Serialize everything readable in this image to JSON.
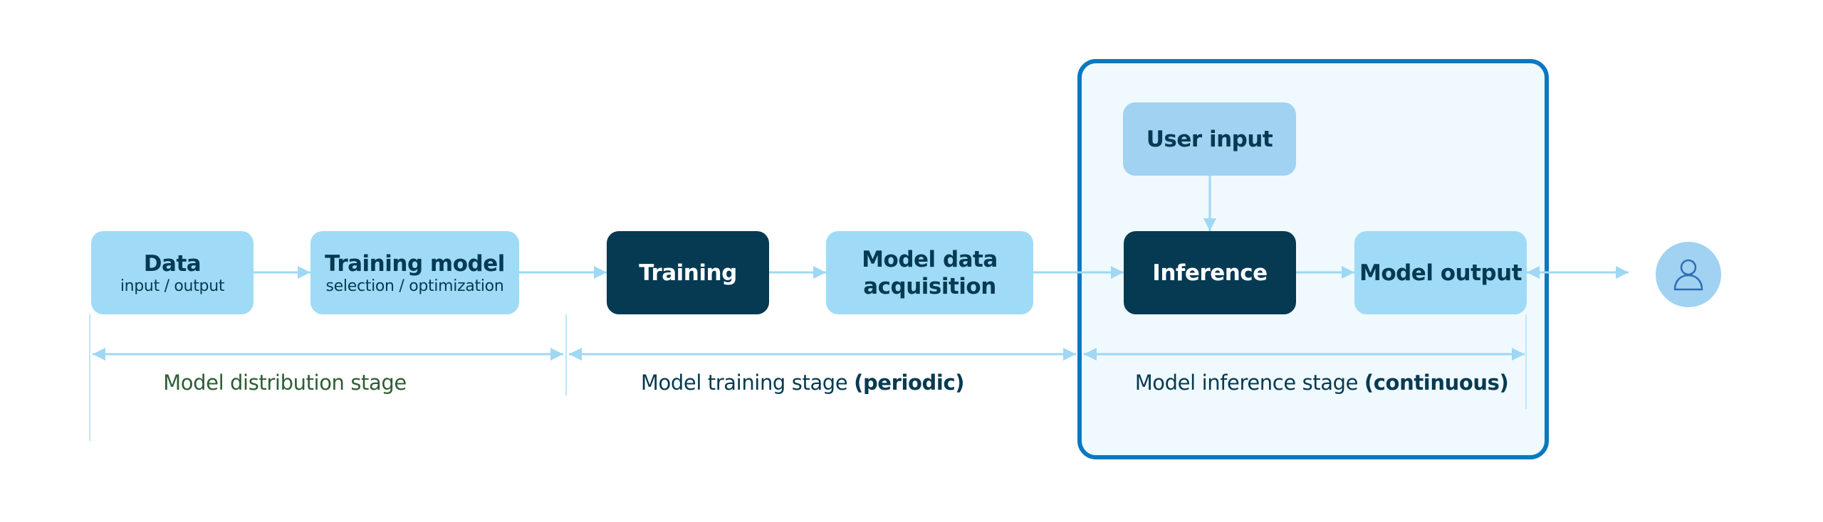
{
  "colors": {
    "frame_border": "#0a78c0",
    "frame_fill": "#f0f9fd",
    "box_light": "#9fdbf6",
    "box_user_input": "#a1d2f2",
    "box_dark": "#053a52",
    "connector": "#9ed8f5",
    "distribution_label": "#2d5e35",
    "text_dark": "#053a52",
    "avatar_icon": "#2f6db5"
  },
  "nodes": {
    "data": {
      "title": "Data",
      "subtitle": "input / output"
    },
    "training_model": {
      "title": "Training model",
      "subtitle": "selection / optimization"
    },
    "training": {
      "title": "Training"
    },
    "model_data_acquisition": {
      "title_line1": "Model data",
      "title_line2": "acquisition"
    },
    "user_input": {
      "title": "User input"
    },
    "inference": {
      "title": "Inference"
    },
    "model_output": {
      "title": "Model output"
    },
    "user": {
      "icon": "user-icon"
    }
  },
  "stages": {
    "distribution": {
      "label": "Model distribution stage"
    },
    "training": {
      "label": "Model training stage",
      "qualifier": "(periodic)"
    },
    "inference": {
      "label": "Model inference stage",
      "qualifier": "(continuous)"
    }
  },
  "edges": [
    {
      "from": "data",
      "to": "training_model"
    },
    {
      "from": "training_model",
      "to": "training"
    },
    {
      "from": "training",
      "to": "model_data_acquisition"
    },
    {
      "from": "model_data_acquisition",
      "to": "inference"
    },
    {
      "from": "user_input",
      "to": "inference"
    },
    {
      "from": "inference",
      "to": "model_output"
    },
    {
      "from": "model_output",
      "to": "user",
      "bidirectional": true
    }
  ]
}
